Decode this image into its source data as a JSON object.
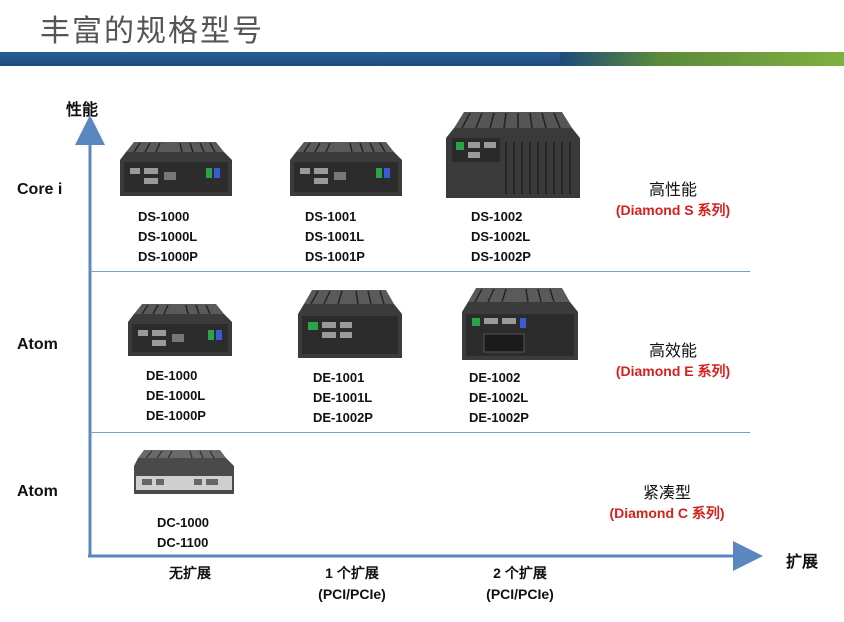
{
  "page": {
    "title": "丰富的规格型号",
    "y_axis_label": "性能",
    "x_axis_label": "扩展"
  },
  "rows": [
    {
      "label": "Core i",
      "series_cn": "高性能",
      "series_en": "(Diamond S  系列)",
      "groups": [
        {
          "models": [
            "DS-1000",
            "DS-1000L",
            "DS-1000P"
          ]
        },
        {
          "models": [
            "DS-1001",
            "DS-1001L",
            "DS-1001P"
          ]
        },
        {
          "models": [
            "DS-1002",
            "DS-1002L",
            "DS-1002P"
          ]
        }
      ]
    },
    {
      "label": "Atom",
      "series_cn": "高效能",
      "series_en": "(Diamond E  系列)",
      "groups": [
        {
          "models": [
            "DE-1000",
            "DE-1000L",
            "DE-1000P"
          ]
        },
        {
          "models": [
            "DE-1001",
            "DE-1001L",
            "DE-1002P"
          ]
        },
        {
          "models": [
            "DE-1002",
            "DE-1002L",
            "DE-1002P"
          ]
        }
      ]
    },
    {
      "label": "Atom",
      "series_cn": "紧凑型",
      "series_en": "(Diamond C  系列)",
      "groups": [
        {
          "models": [
            "DC-1000",
            "DC-1100"
          ]
        }
      ]
    }
  ],
  "x_categories": [
    {
      "line1": "无扩展",
      "line2": ""
    },
    {
      "line1": "1 个扩展",
      "line2": "(PCI/PCIe)"
    },
    {
      "line1": "2 个扩展",
      "line2": "(PCI/PCIe)"
    }
  ],
  "colors": {
    "axis": "#5b87c0",
    "divider": "#7a9cc8",
    "series_en": "#d6201c",
    "title_bar_blue": "#1e4a7c",
    "title_bar_green": "#7fb140"
  }
}
